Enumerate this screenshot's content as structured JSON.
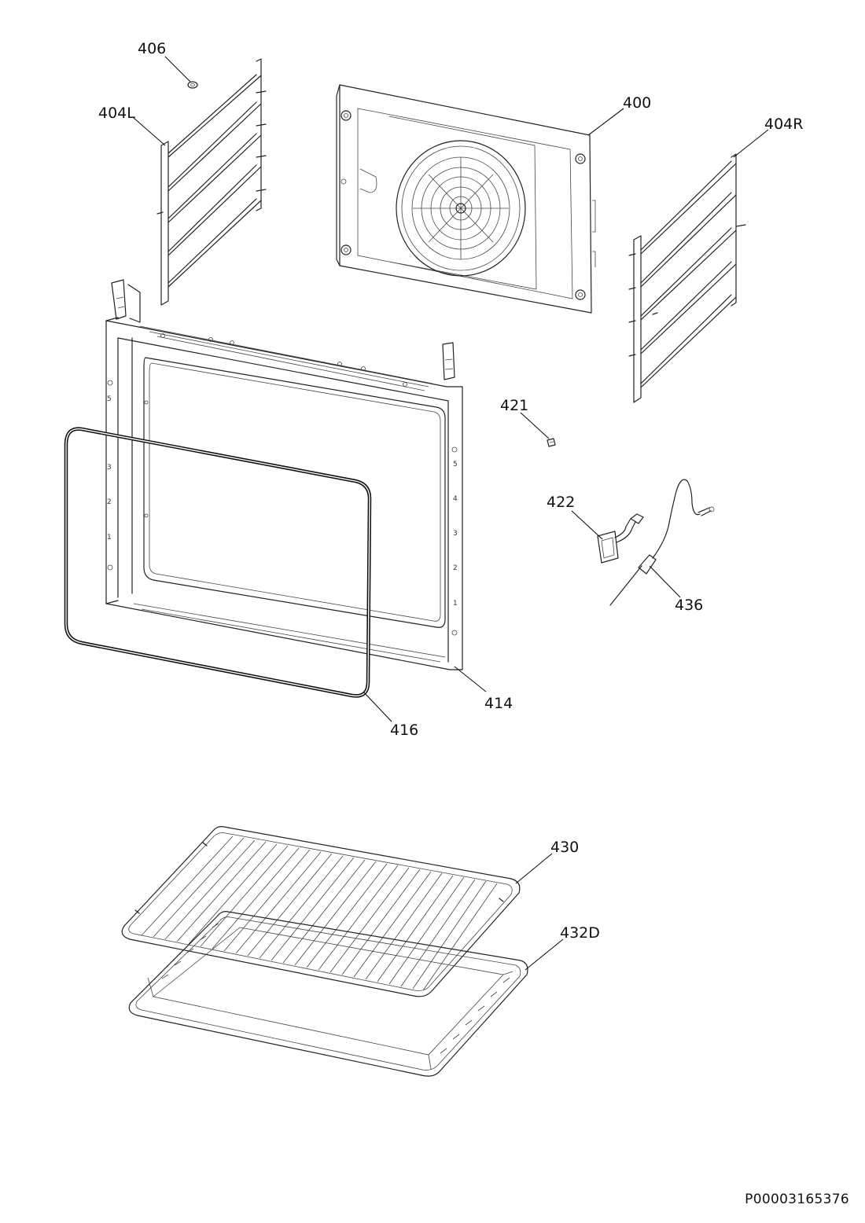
{
  "callouts": {
    "p406": "406",
    "p404L": "404L",
    "p400": "400",
    "p404R": "404R",
    "p421": "421",
    "p422": "422",
    "p436": "436",
    "p414": "414",
    "p416": "416",
    "p430": "430",
    "p432D": "432D"
  },
  "document_number": "P00003165376",
  "shelf_marks_left": [
    "5",
    "3",
    "2",
    "1"
  ],
  "shelf_marks_right": [
    "5",
    "4",
    "3",
    "2",
    "1"
  ]
}
